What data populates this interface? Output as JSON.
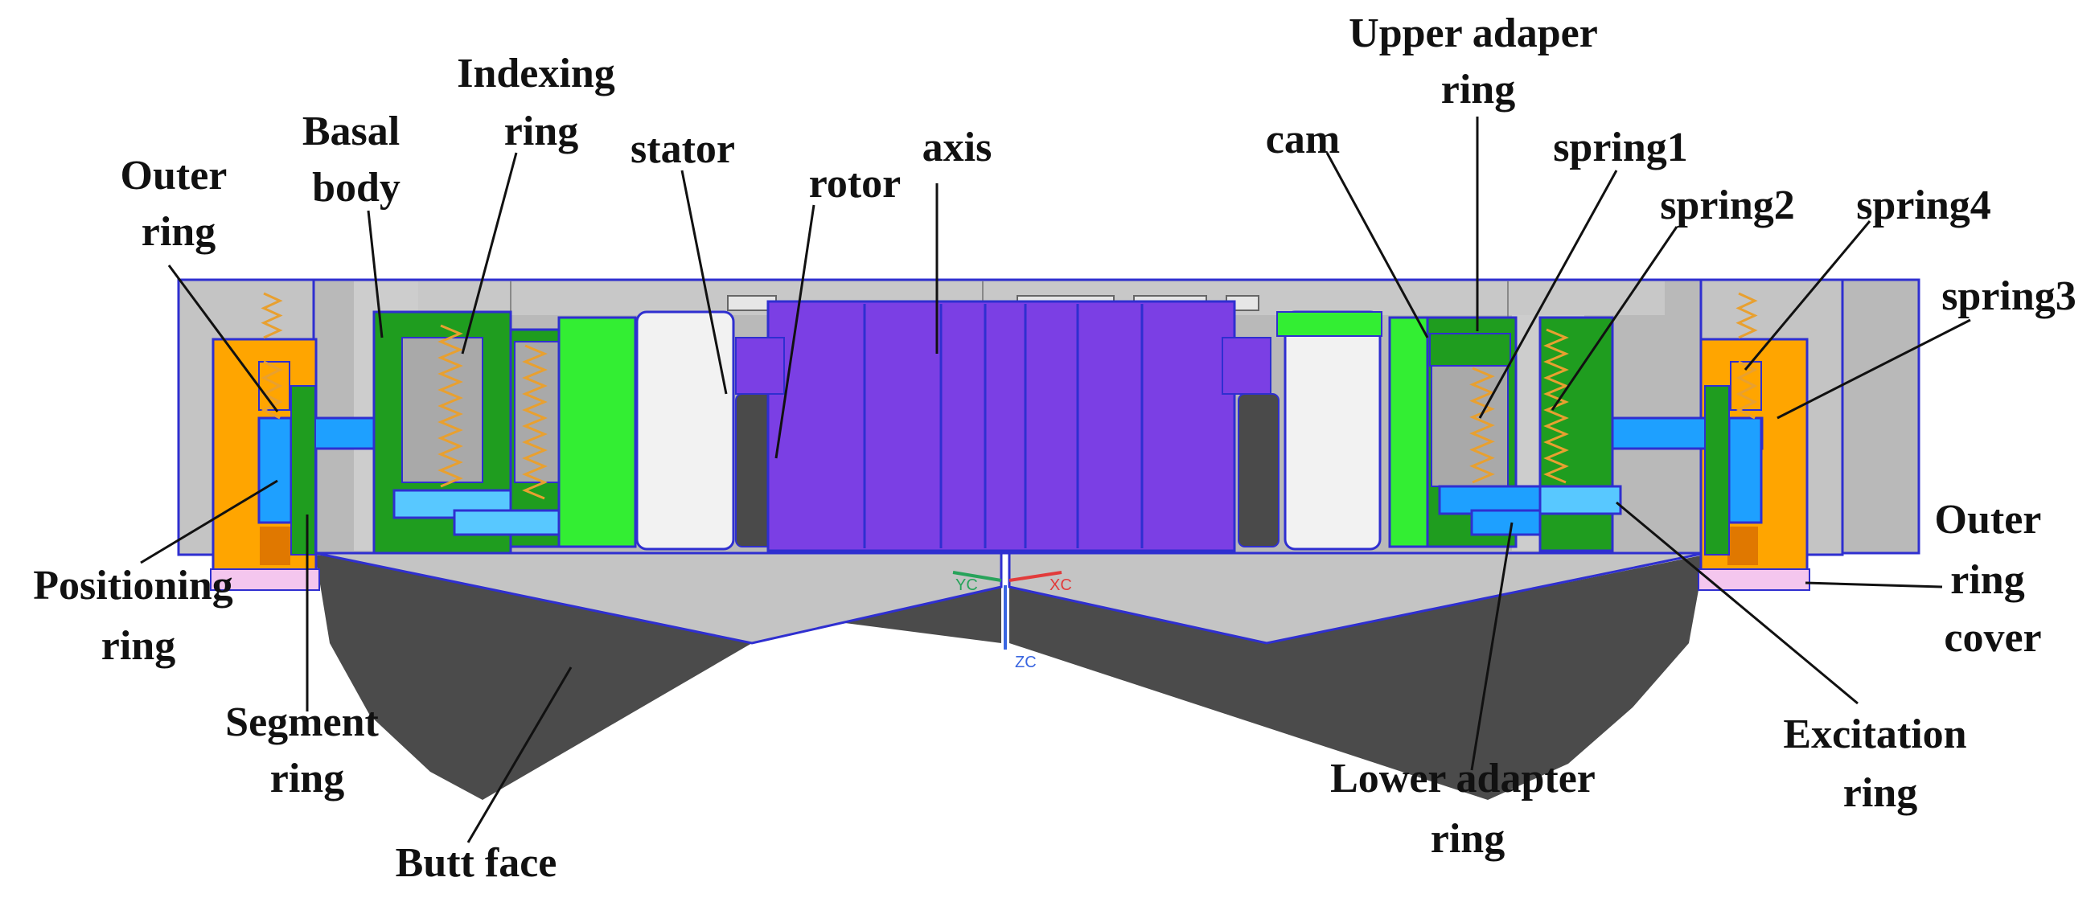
{
  "colors": {
    "housing": "#b8b8b8",
    "housing_light": "#cfcfcf",
    "outline": "#2f2fd0",
    "orange": "#ffa500",
    "blue": "#1ea0ff",
    "light_blue": "#58c8ff",
    "green": "#1f9d1f",
    "bright_green": "#33ee33",
    "purple": "#7b3fe4",
    "purple_dark": "#6a2fd4",
    "white_part": "#f2f2f2",
    "dark_gray": "#4a4a4a",
    "butt_face": "#4b4b4b",
    "pink": "#f4c6ee",
    "spring": "#e8a030",
    "axis_x": "#e23b3b",
    "axis_y": "#27a35a",
    "axis_z": "#3a66e0"
  },
  "labels": {
    "outer_ring": [
      "Outer",
      "ring"
    ],
    "basal_body": [
      "Basal",
      "body"
    ],
    "indexing_ring": [
      "Indexing",
      "ring"
    ],
    "stator": [
      "stator"
    ],
    "rotor": [
      "rotor"
    ],
    "axis": [
      "axis"
    ],
    "cam": [
      "cam"
    ],
    "upper_adapter_ring": [
      "Upper adaper",
      "ring"
    ],
    "spring1": [
      "spring1"
    ],
    "spring2": [
      "spring2"
    ],
    "spring4": [
      "spring4"
    ],
    "spring3": [
      "spring3"
    ],
    "positioning_ring": [
      "Positioning",
      "ring"
    ],
    "segment_ring": [
      "Segment",
      "ring"
    ],
    "butt_face": [
      "Butt face"
    ],
    "outer_ring_cover": [
      "Outer",
      "ring",
      "cover"
    ],
    "excitation_ring": [
      "Excitation",
      "ring"
    ],
    "lower_adapter_ring": [
      "Lower adapter",
      "ring"
    ]
  },
  "axes": {
    "x": "XC",
    "y": "YC",
    "z": "ZC"
  }
}
